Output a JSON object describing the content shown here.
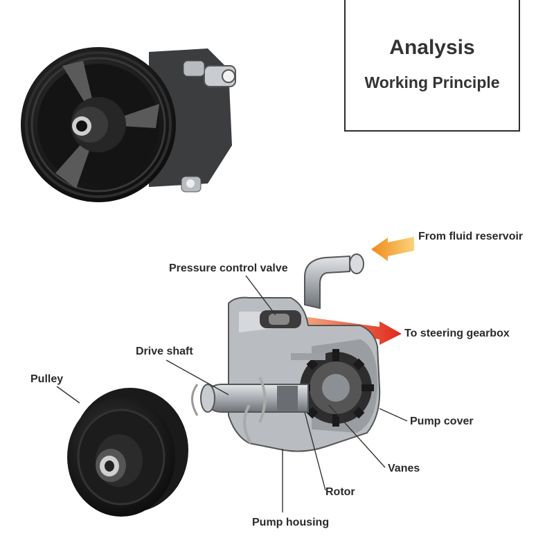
{
  "header": {
    "title": "Analysis",
    "subtitle": "Working Principle"
  },
  "labels": {
    "reservoir": "From fluid reservoir",
    "pressure_valve": "Pressure control valve",
    "gearbox": "To steering gearbox",
    "drive_shaft": "Drive shaft",
    "pulley": "Pulley",
    "pump_cover": "Pump cover",
    "vanes": "Vanes",
    "rotor": "Rotor",
    "pump_housing": "Pump housing"
  },
  "colors": {
    "flow_orange": "#f08a1c",
    "flow_red": "#e02a1a",
    "metal_dark": "#1c1c1c",
    "metal_light": "#bfc3c7"
  }
}
